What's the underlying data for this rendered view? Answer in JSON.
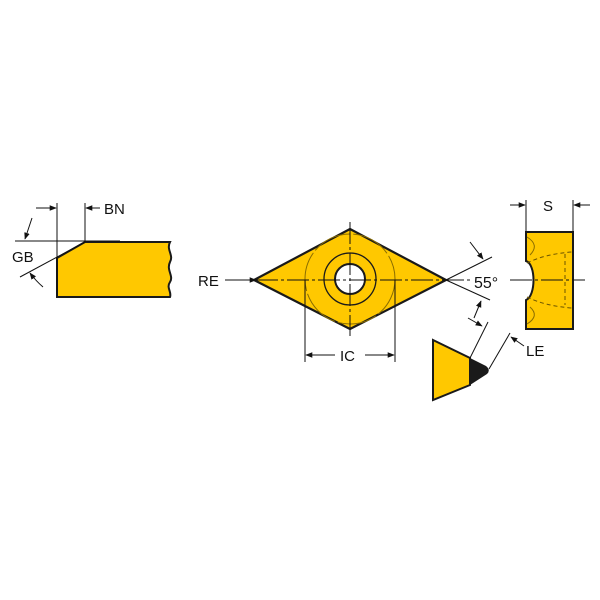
{
  "labels": {
    "gb": "GB",
    "bn": "BN",
    "re": "RE",
    "ic": "IC",
    "angle": "55°",
    "s": "S",
    "le": "LE"
  },
  "colors": {
    "insert_fill": "#FFC800",
    "outline": "#1a1a1a",
    "edge_prep": "#1a1a1a"
  }
}
